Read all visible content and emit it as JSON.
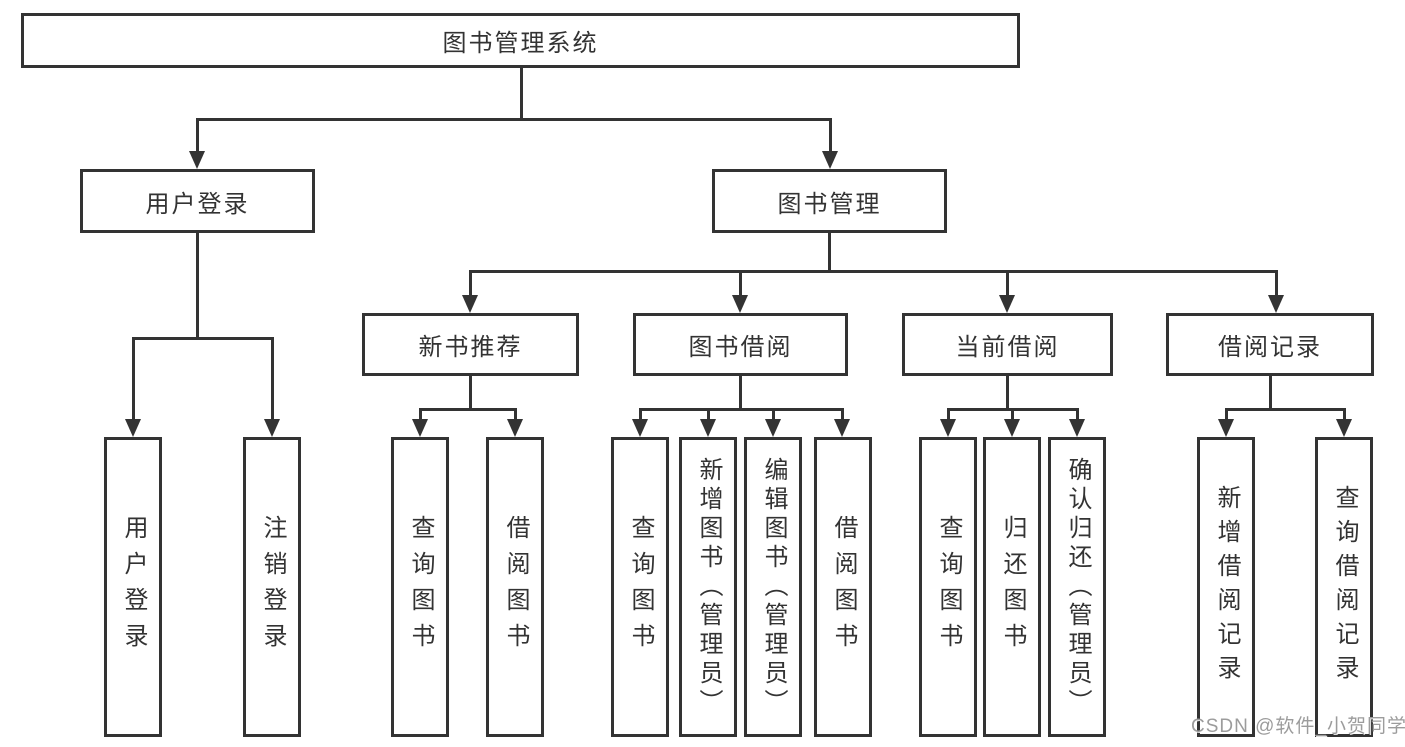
{
  "tree": {
    "label": "图书管理系统",
    "children": [
      {
        "label": "用户登录",
        "children": [
          {
            "label": "用户登录"
          },
          {
            "label": "注销登录"
          }
        ]
      },
      {
        "label": "图书管理",
        "children": [
          {
            "label": "新书推荐",
            "children": [
              {
                "label": "查询图书"
              },
              {
                "label": "借阅图书"
              }
            ]
          },
          {
            "label": "图书借阅",
            "children": [
              {
                "label": "查询图书"
              },
              {
                "label": "新增图书（管理员）"
              },
              {
                "label": "编辑图书（管理员）"
              },
              {
                "label": "借阅图书"
              }
            ]
          },
          {
            "label": "当前借阅",
            "children": [
              {
                "label": "查询图书"
              },
              {
                "label": "归还图书"
              },
              {
                "label": "确认归还（管理员）"
              }
            ]
          },
          {
            "label": "借阅记录",
            "children": [
              {
                "label": "新增借阅记录"
              },
              {
                "label": "查询借阅记录"
              }
            ]
          }
        ]
      }
    ]
  },
  "watermark": "CSDN @软件_小贺同学",
  "colors": {
    "line": "#333333",
    "text": "#333333",
    "box_background": "#ffffff",
    "page_background": "#ffffff",
    "watermark": "#9c9c9c"
  }
}
